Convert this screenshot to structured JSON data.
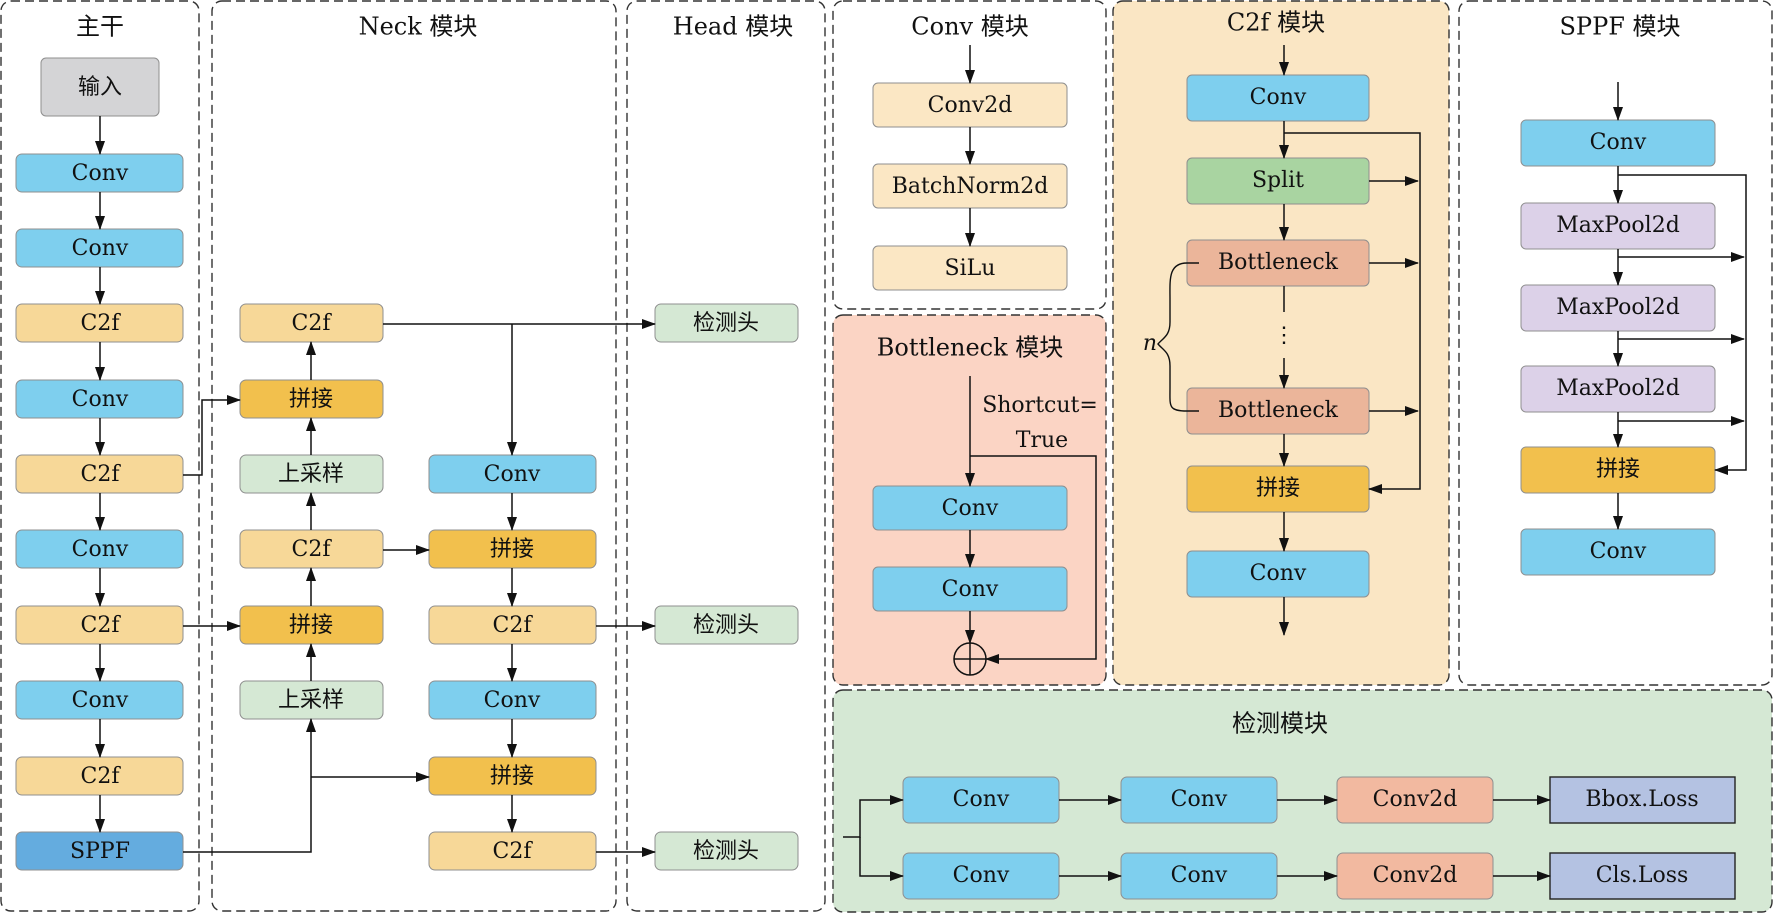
{
  "panels": {
    "backbone": "主干",
    "neck": "Neck 模块",
    "head": "Head 模块",
    "conv": "Conv 模块",
    "c2f": "C2f 模块",
    "sppf": "SPPF 模块",
    "bottleneck": "Bottleneck 模块",
    "detect": "检测模块"
  },
  "backbone": {
    "input": "输入",
    "conv1": "Conv",
    "conv2": "Conv",
    "c2f1": "C2f",
    "conv3": "Conv",
    "c2f2": "C2f",
    "conv4": "Conv",
    "c2f3": "C2f",
    "conv5": "Conv",
    "c2f4": "C2f",
    "sppf": "SPPF"
  },
  "neck": {
    "c2f_top": "C2f",
    "concat1": "拼接",
    "upsample1": "上采样",
    "c2f_mid": "C2f",
    "concat2": "拼接",
    "upsample2": "上采样",
    "conv_r1": "Conv",
    "concat_r1": "拼接",
    "c2f_r1": "C2f",
    "conv_r2": "Conv",
    "concat_r2": "拼接",
    "c2f_r2": "C2f"
  },
  "head": {
    "det1": "检测头",
    "det2": "检测头",
    "det3": "检测头"
  },
  "conv_module": {
    "conv2d": "Conv2d",
    "batchnorm": "BatchNorm2d",
    "silu": "SiLu"
  },
  "bottleneck_module": {
    "shortcut": "Shortcut=",
    "shortcut_value": "True",
    "conv1": "Conv",
    "conv2": "Conv"
  },
  "c2f_module": {
    "conv_top": "Conv",
    "split": "Split",
    "bottleneck1": "Bottleneck",
    "dots": "⋮",
    "n_label": "n",
    "bottleneck2": "Bottleneck",
    "concat": "拼接",
    "conv_bottom": "Conv"
  },
  "sppf_module": {
    "conv_top": "Conv",
    "maxpool1": "MaxPool2d",
    "maxpool2": "MaxPool2d",
    "maxpool3": "MaxPool2d",
    "concat": "拼接",
    "conv_bottom": "Conv"
  },
  "detect_module": {
    "row1": [
      "Conv",
      "Conv",
      "Conv2d",
      "Bbox.Loss"
    ],
    "row2": [
      "Conv",
      "Conv",
      "Conv2d",
      "Cls.Loss"
    ]
  },
  "colors": {
    "conv": "#7ecfee",
    "c2f": "#f7d898",
    "concat": "#f2c04d",
    "upsample": "#d5e8d4",
    "sppf": "#64acdf",
    "input": "#d4d4d6",
    "head": "#d5e8d4",
    "convmod_box": "#fbe7c4",
    "split": "#a9d4a1",
    "bottleneck_box": "#ebb59a",
    "maxpool": "#dcd1e8",
    "conv2d_det": "#f2b9a0",
    "loss": "#b4c2e2",
    "c2f_panel_bg": "#fae6c4",
    "bottleneck_panel_bg": "#fbd4c4",
    "detect_panel_bg": "#d5e8d4"
  }
}
